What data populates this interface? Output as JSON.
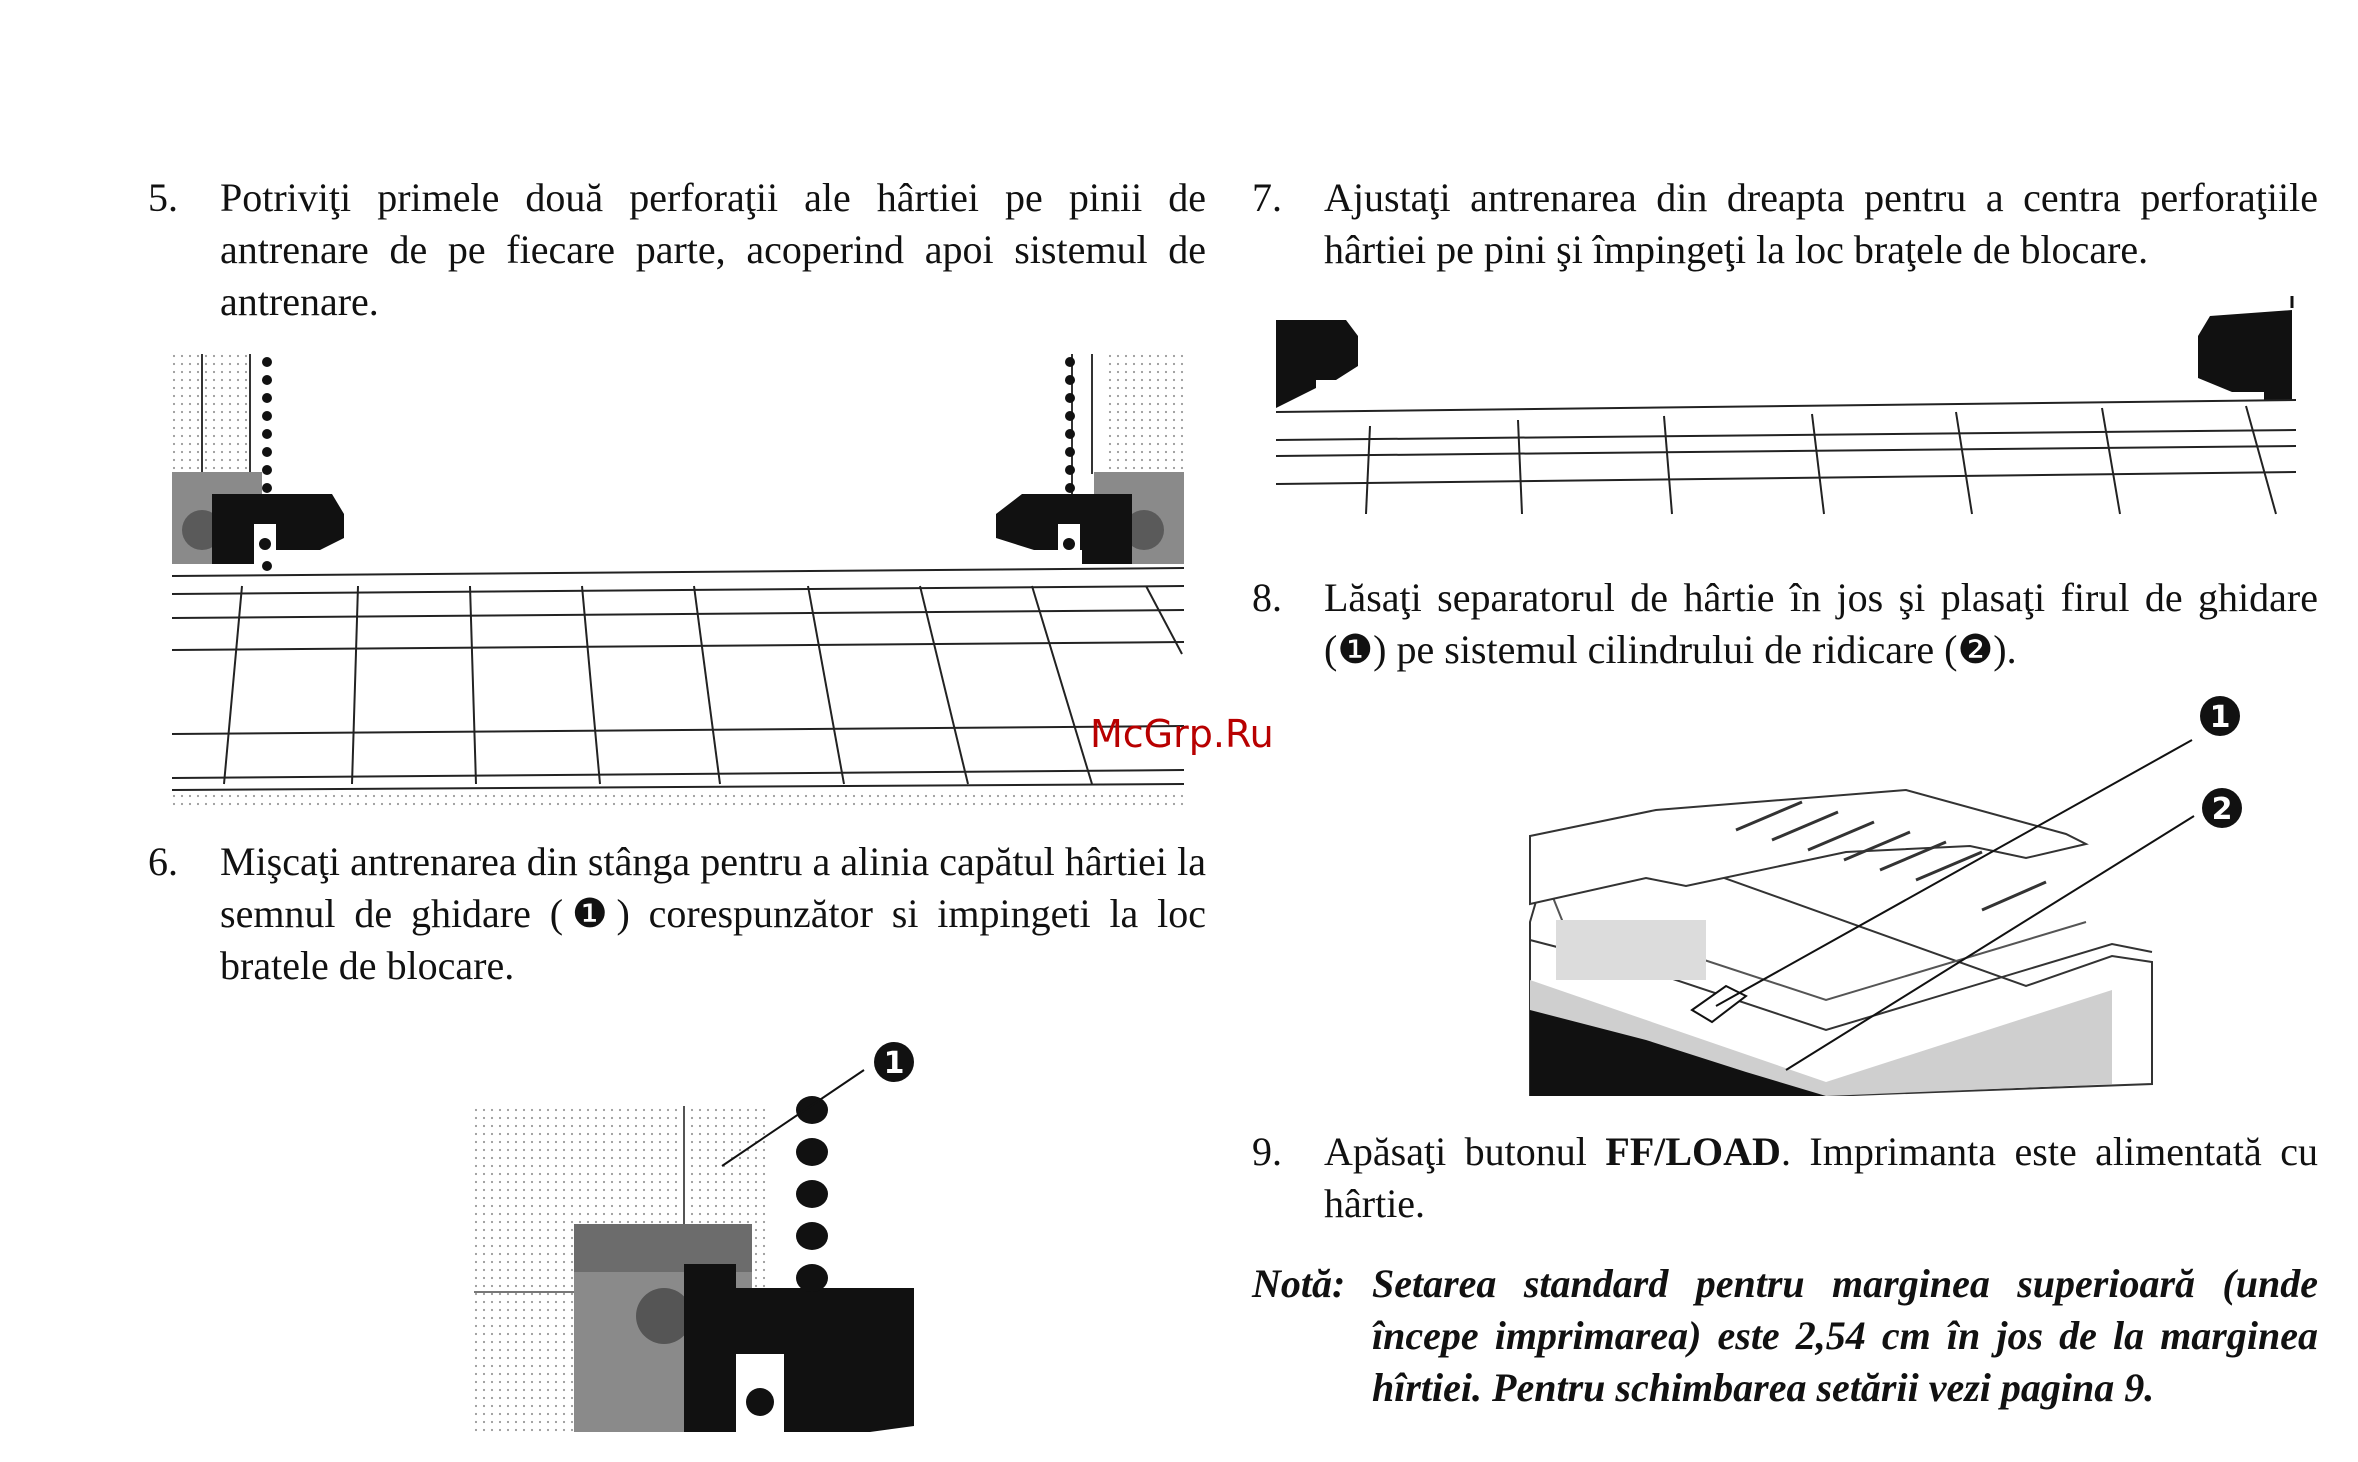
{
  "steps": [
    {
      "num": "5.",
      "text": "Potriviţi primele două perforaţii ale hârtiei pe pinii de antrenare de pe fiecare parte, acoperind apoi sistemul de antrenare."
    },
    {
      "num": "6.",
      "text": "Mişcaţi antrenarea din stânga pentru a alinia capătul hârtiei la semnul de ghidare (❶) corespunzător si impingeti la loc bratele de blocare."
    },
    {
      "num": "7.",
      "text": "Ajustaţi antrenarea din dreapta pentru a centra perforaţiile hârtiei pe pini şi împingeţi la loc braţele de blocare."
    },
    {
      "num": "8.",
      "text": "Lăsaţi separatorul de hârtie în jos şi plasaţi firul de ghidare (❶) pe sistemul cilindrului de ridicare (❷)."
    },
    {
      "num": "9.",
      "text_before": "Apăsaţi butonul ",
      "text_bold": "FF/LOAD",
      "text_after": ". Imprimanta este alimentată cu hârtie."
    }
  ],
  "note": {
    "label": "Notă:",
    "text": "Setarea standard pentru marginea superioară (unde începe imprimarea) este 2,54 cm în jos de la marginea hîrtiei. Pentru schimbarea setării vezi pagina 9."
  },
  "callouts": {
    "one": "1",
    "two": "2"
  },
  "watermark": "McGrp.Ru"
}
